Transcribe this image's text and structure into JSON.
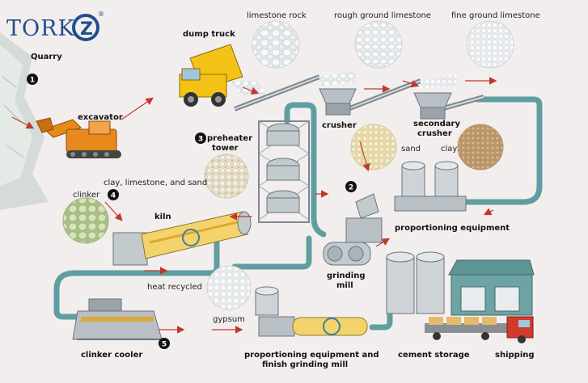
{
  "brand": {
    "logo_text": "TORK",
    "logo_mark": "Z",
    "registered": "®"
  },
  "labels": {
    "quarry": "Quarry",
    "excavator": "excavator",
    "dump_truck": "dump truck",
    "limestone_rock": "limestone rock",
    "rough_ground_limestone": "rough ground limestone",
    "fine_ground_limestone": "fine ground limestone",
    "crusher": "crusher",
    "secondary_crusher_1": "secondary",
    "secondary_crusher_2": "crusher",
    "preheater_tower_1": "preheater",
    "preheater_tower_2": "tower",
    "sand": "sand",
    "clay": "clay",
    "clay_limestone_sand": "clay, limestone, and sand",
    "clinker": "clinker",
    "kiln": "kiln",
    "proportioning_equipment": "proportioning equipment",
    "grinding_mill_1": "grinding",
    "grinding_mill_2": "mill",
    "heat_recycled": "heat recycled",
    "gypsum": "gypsum",
    "clinker_cooler": "clinker cooler",
    "finish_grinding_1": "proportioning equipment and",
    "finish_grinding_2": "finish grinding mill",
    "cement_storage": "cement storage",
    "shipping": "shipping"
  },
  "steps": {
    "s1": "1",
    "s2": "2",
    "s3": "3",
    "s4": "4",
    "s5": "5"
  },
  "colors": {
    "pipe": "#5f9ea0",
    "arrow": "#c0392b",
    "machine": "#b8c0c6",
    "machine_dark": "#7d8790",
    "truck_yellow": "#f2c316",
    "excavator_orange": "#e8891c",
    "kiln_yellow": "#f3d36b",
    "storage_green": "#6ea3a3",
    "ship_truck_red": "#d23a2c",
    "material_limestone": "#e8ecef",
    "material_sand": "#efe3b8",
    "material_clay": "#c9a77a",
    "material_clinker": "#c8d8a8",
    "logo_blue": "#1f4f8f"
  }
}
